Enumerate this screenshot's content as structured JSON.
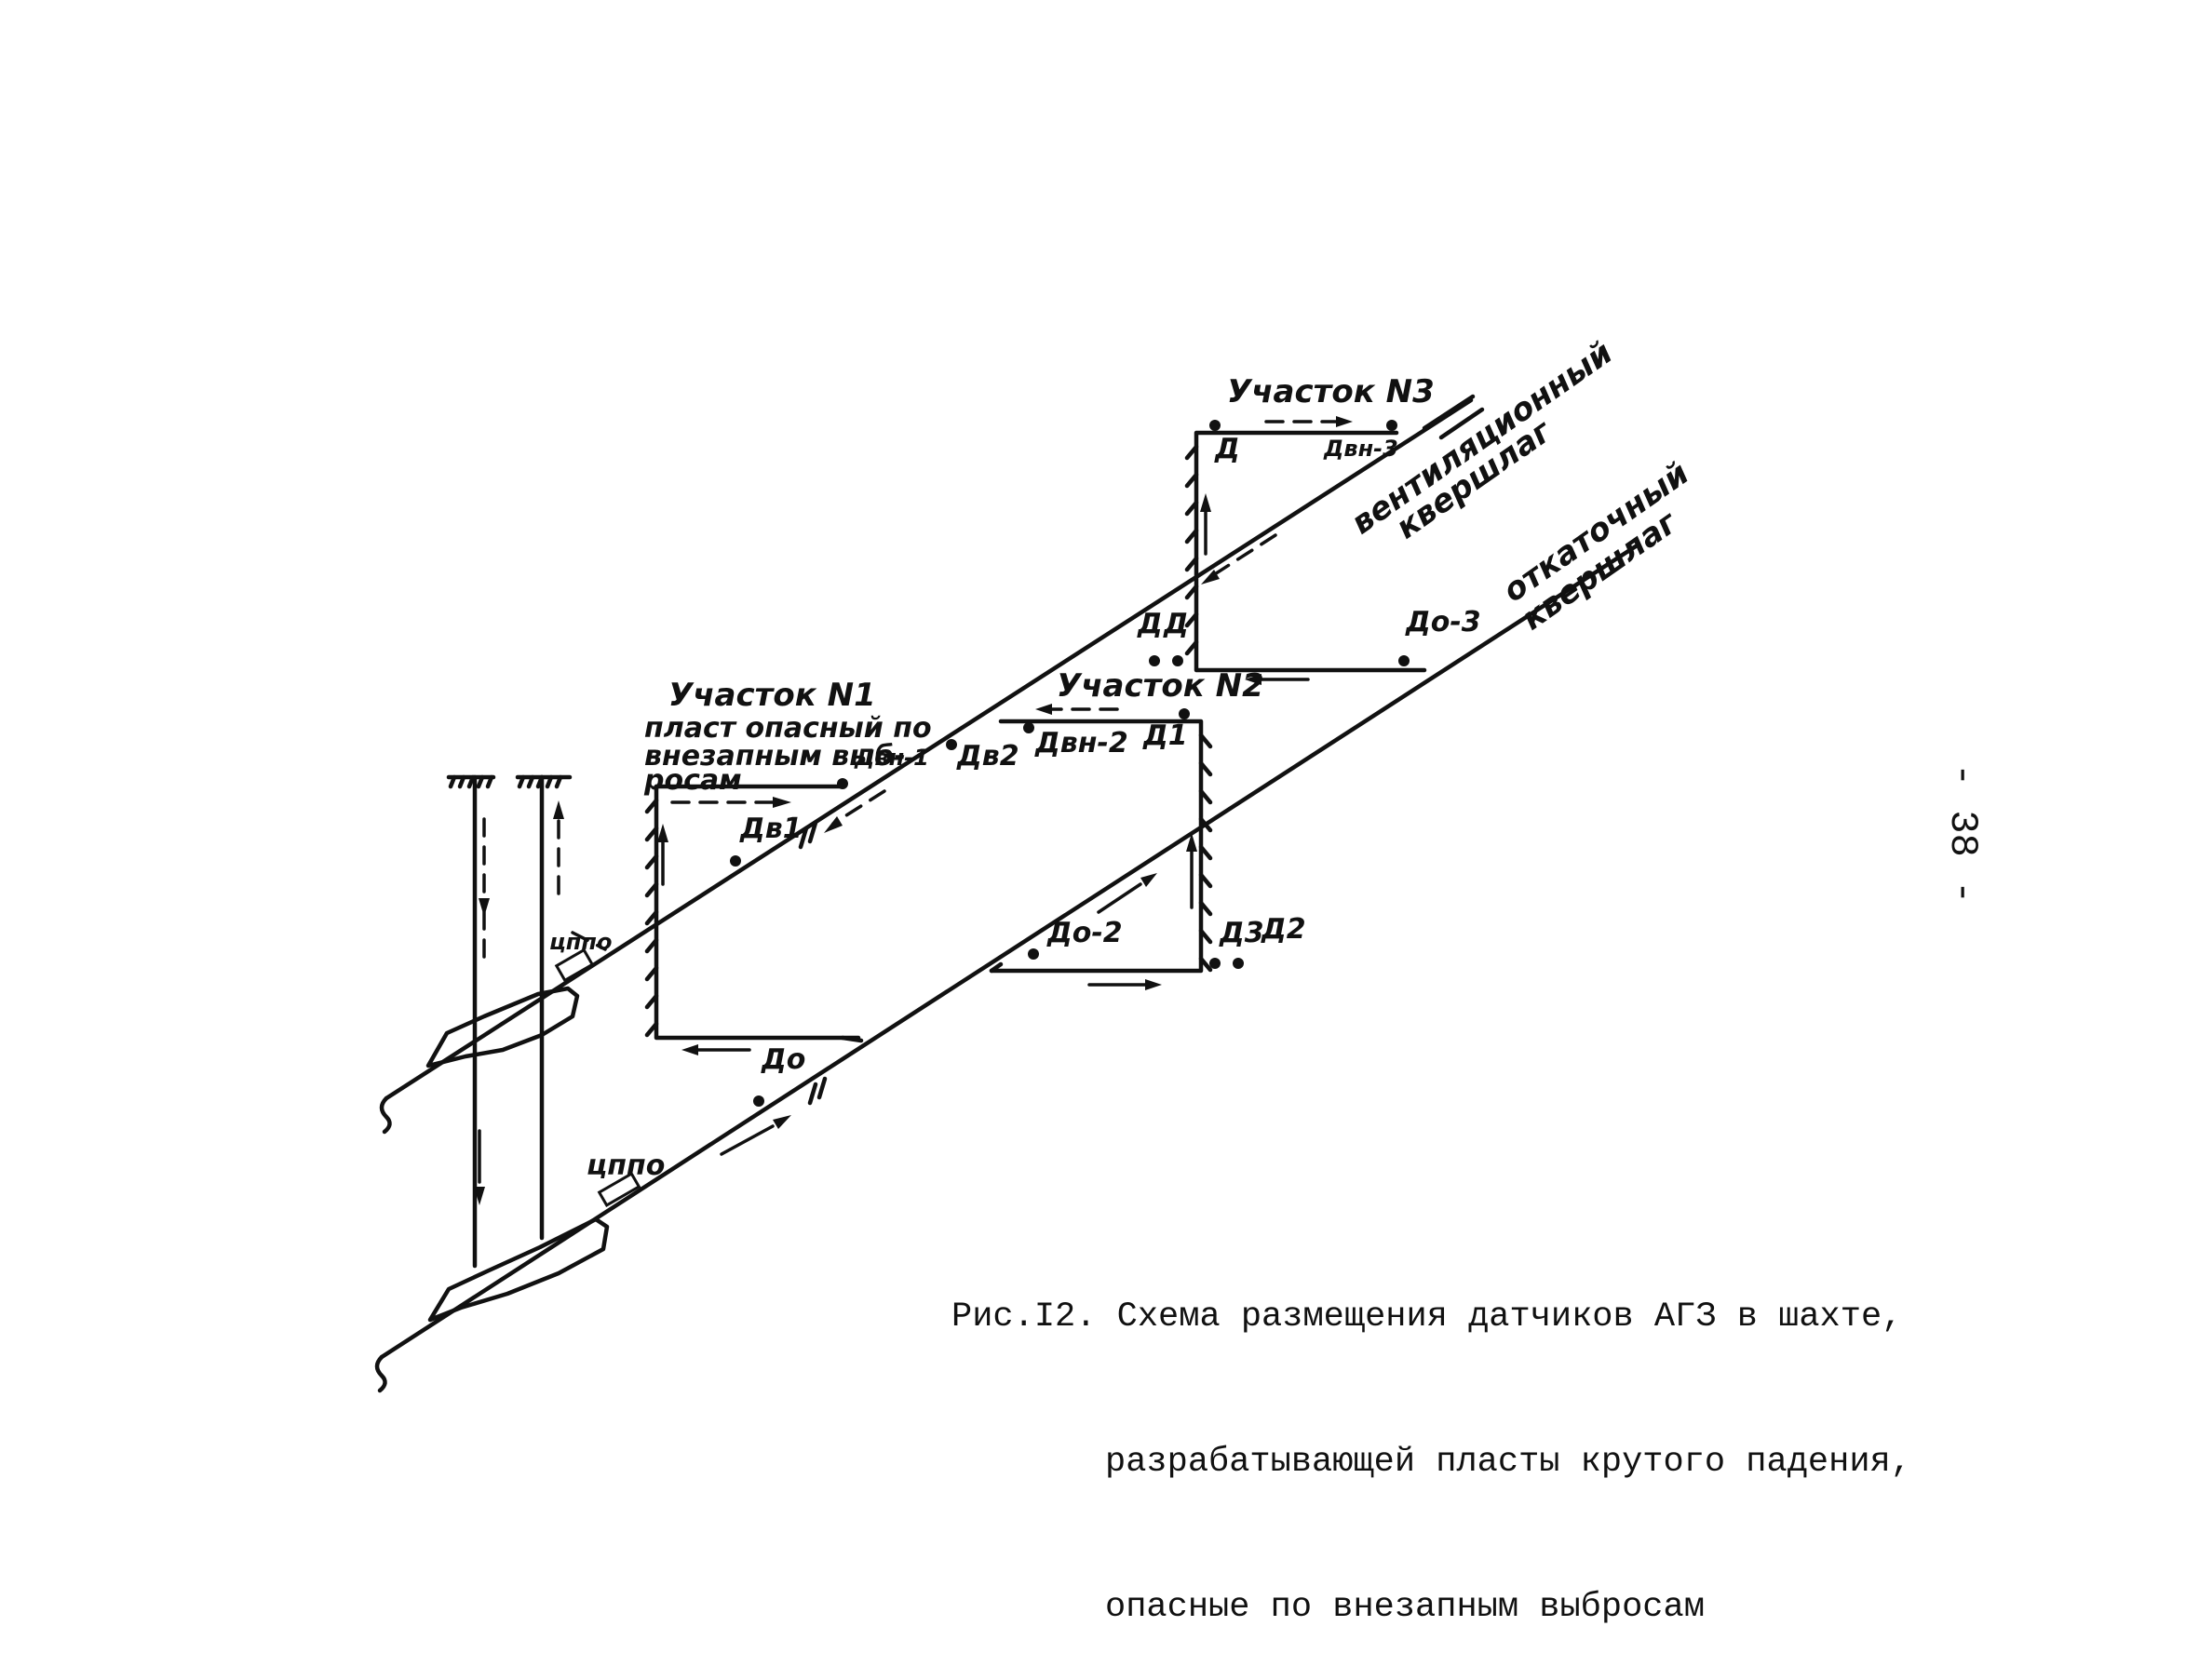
{
  "page": {
    "number": "- 38 -"
  },
  "figure": {
    "caption_line1": "Рис.I2. Схема размещения датчиков АГЗ в шахте,",
    "caption_line2": "разрабатывающей пласты крутого падения,",
    "caption_line3": "опасные по внезапным выбросам"
  },
  "labels": {
    "section1_title": "Участок N1",
    "section1_note_1": "пласт опасный по",
    "section1_note_2": "внезапным выб-",
    "section1_note_3": "росам",
    "section2_title": "Участок N2",
    "section3_title": "Участок N3",
    "vent_crosscut_1": "вентиляционный",
    "vent_crosscut_2": "квершлаг",
    "haul_crosscut_1": "откаточный",
    "haul_crosscut_2": "квершлаг",
    "station_upper": "цппо",
    "station_lower": "цппо"
  },
  "sensors": {
    "d_vi1": "Двн-1",
    "d_v1": "Дв1",
    "d_v2": "Дв2",
    "d_vi2": "Двн-2",
    "d_1": "Д1",
    "d_3": "Д3",
    "d_2": "Д2",
    "d_o2": "До-2",
    "d_o": "До",
    "d_o3": "До-3",
    "d_top": "Д",
    "d_vi3": "Двн-3",
    "d_mid_a": "Д",
    "d_mid_b": "Д"
  }
}
